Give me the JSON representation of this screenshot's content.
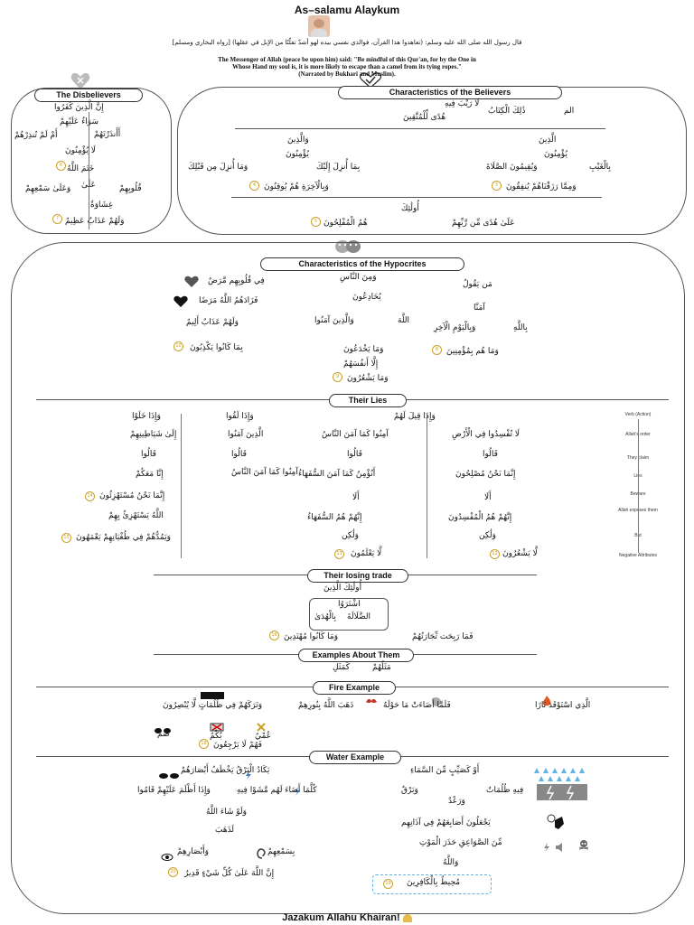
{
  "header": {
    "greeting": "As–salamu Alaykum",
    "hadith_arabic": "قال رسول الله صلى الله عليه وسلم: (تعاهدوا هذا القرآن، فوالذي نفسي بيده لهو أشدّ تفلّتًا من الإبل في عقلها) [رواه البخاري ومسلم]",
    "hadith_english_1": "The Messenger of Allah (peace be upon him) said: \"Be mindful of this Qur'an, for by the One in",
    "hadith_english_2": "Whose Hand my soul is, it is more likely to escape than a camel from its tying ropes.\"",
    "hadith_english_3": "(Narrated by Bukhari and Muslim)."
  },
  "sections": {
    "disbelievers": "The Disbelievers",
    "believers": "Characteristics of the Believers",
    "hypocrites": "Characteristics of the Hypocrites",
    "their_lies": "Their Lies",
    "losing_trade": "Their losing trade",
    "examples": "Examples About Them",
    "fire": "Fire Example",
    "water": "Water Example"
  },
  "disbelievers": {
    "a1": "إِنَّ الَّذِينَ كَفَرُوا",
    "a2": "سَوَاءٌ عَلَيْهِمْ",
    "a3": "أَأَنذَرْتَهُمْ",
    "a4": "أَمْ لَمْ تُنذِرْهُمْ",
    "a5": "لَا يُؤْمِنُونَ",
    "a6": "خَتَمَ اللَّهُ",
    "a7": "عَلَىٰ",
    "a8": "قُلُوبِهِمْ",
    "a9": "وَعَلَىٰ سَمْعِهِمْ",
    "a10": "غِشَاوَةٌ",
    "a11": "وَلَهُمْ عَذَابٌ عَظِيمٌ"
  },
  "believers": {
    "b1": "الم",
    "b2": "ذَٰلِكَ الْكِتَابُ",
    "b3": "لَا رَيْبَ فِيهِ",
    "b4": "هُدًى لِّلْمُتَّقِينَ",
    "b5": "الَّذِينَ",
    "b6": "وَالَّذِينَ",
    "b7": "يُؤْمِنُونَ",
    "b8": "بِالْغَيْبِ",
    "b9": "وَيُقِيمُونَ الصَّلَاةَ",
    "b10": "وَمِمَّا رَزَقْنَاهُمْ يُنفِقُونَ",
    "b11": "يُؤْمِنُونَ",
    "b12": "بِمَا أُنزِلَ إِلَيْكَ",
    "b13": "وَمَا أُنزِلَ مِن قَبْلِكَ",
    "b14": "وَبِالْآخِرَةِ هُمْ يُوقِنُونَ",
    "b15": "أُولَٰئِكَ",
    "b16": "عَلَىٰ هُدًى مِّن رَّبِّهِمْ",
    "b17": "هُمُ الْمُفْلِحُونَ"
  },
  "hypocrites": {
    "h1": "وَمِنَ النَّاسِ",
    "h2": "مَن يَقُولُ",
    "h3": "آمَنَّا",
    "h4": "بِاللَّهِ",
    "h5": "وَبِالْيَوْمِ الْآخِرِ",
    "h6": "وَمَا هُم بِمُؤْمِنِينَ",
    "h7": "يُخَادِعُونَ",
    "h8": "اللَّهَ",
    "h9": "وَالَّذِينَ آمَنُوا",
    "h10": "وَمَا يَخْدَعُونَ",
    "h11": "إِلَّا أَنفُسَهُمْ",
    "h12": "وَمَا يَشْعُرُونَ",
    "h13": "فِي قُلُوبِهِم مَّرَضٌ",
    "h14": "فَزَادَهُمُ اللَّهُ مَرَضًا",
    "h15": "وَلَهُمْ عَذَابٌ أَلِيمٌ",
    "h16": "بِمَا كَانُوا يَكْذِبُونَ"
  },
  "lies": {
    "l1": "وَإِذَا قِيلَ لَهُمْ",
    "l2": "لَا تُفْسِدُوا فِي الْأَرْضِ",
    "l3": "آمِنُوا كَمَا آمَنَ النَّاسُ",
    "l4": "قَالُوا",
    "l5": "إِنَّمَا نَحْنُ مُصْلِحُونَ",
    "l6": "أَنُؤْمِنُ كَمَا آمَنَ السُّفَهَاءُ",
    "l7": "أَلَا",
    "l8": "إِنَّهُمْ هُمُ الْمُفْسِدُونَ",
    "l9": "إِنَّهُمْ هُمُ السُّفَهَاءُ",
    "l10": "وَلَٰكِن",
    "l11": "لَّا يَشْعُرُونَ",
    "l12": "لَّا يَعْلَمُونَ",
    "l13": "وَإِذَا لَقُوا",
    "l14": "الَّذِينَ آمَنُوا",
    "l15": "وَإِذَا خَلَوْا",
    "l16": "إِلَىٰ شَيَاطِينِهِمْ",
    "l17": "إِنَّا مَعَكُمْ",
    "l18": "إِنَّمَا نَحْنُ مُسْتَهْزِئُونَ",
    "l19": "اللَّهُ يَسْتَهْزِئُ بِهِمْ",
    "l20": "وَيَمُدُّهُمْ فِي طُغْيَانِهِمْ يَعْمَهُونَ"
  },
  "legend": [
    "Verb (Action)",
    "Allah's order",
    "They claim",
    "Lies",
    "Beware",
    "Allah exposes them",
    "But",
    "Negative Attributes"
  ],
  "trade": {
    "t1": "أُولَٰئِكَ الَّذِينَ",
    "t2": "اشْتَرَوُا",
    "t3": "الضَّلَالَةَ",
    "t4": "بِالْهُدَىٰ",
    "t5": "فَمَا رَبِحَت تِّجَارَتُهُمْ",
    "t6": "وَمَا كَانُوا مُهْتَدِينَ"
  },
  "examples": {
    "e1": "مَثَلُهُمْ",
    "e2": "كَمَثَلِ"
  },
  "fire": {
    "f1": "الَّذِي اسْتَوْقَدَ نَارًا",
    "f2": "فَلَمَّا أَضَاءَتْ مَا حَوْلَهُ",
    "f3": "ذَهَبَ اللَّهُ بِنُورِهِمْ",
    "f4": "وَتَرَكَهُمْ فِي ظُلُمَاتٍ لَّا يُبْصِرُونَ",
    "f5": "صُمٌّ",
    "f6": "بُكْمٌ",
    "f7": "عُمْيٌ",
    "f8": "فَهُمْ لَا يَرْجِعُونَ"
  },
  "water": {
    "w1": "أَوْ كَصَيِّبٍ مِّنَ السَّمَاءِ",
    "w2": "فِيهِ ظُلُمَاتٌ",
    "w3": "وَرَعْدٌ",
    "w4": "وَبَرْقٌ",
    "w5": "يَجْعَلُونَ أَصَابِعَهُمْ فِي آذَانِهِم",
    "w6": "مِّنَ الصَّوَاعِقِ حَذَرَ الْمَوْتِ",
    "w7": "وَاللَّهُ",
    "w8": "مُحِيطٌ بِالْكَافِرِينَ",
    "w9": "يَكَادُ الْبَرْقُ يَخْطَفُ أَبْصَارَهُمْ",
    "w10": "كُلَّمَا أَضَاءَ لَهُم مَّشَوْا فِيهِ",
    "w11": "وَإِذَا أَظْلَمَ عَلَيْهِمْ قَامُوا",
    "w12": "وَلَوْ شَاءَ اللَّهُ",
    "w13": "لَذَهَبَ",
    "w14": "بِسَمْعِهِمْ",
    "w15": "وَأَبْصَارِهِمْ",
    "w16": "إِنَّ اللَّهَ عَلَىٰ كُلِّ شَيْءٍ قَدِيرٌ"
  },
  "footer": {
    "closing": "Jazakum Allahu Khairan!"
  }
}
